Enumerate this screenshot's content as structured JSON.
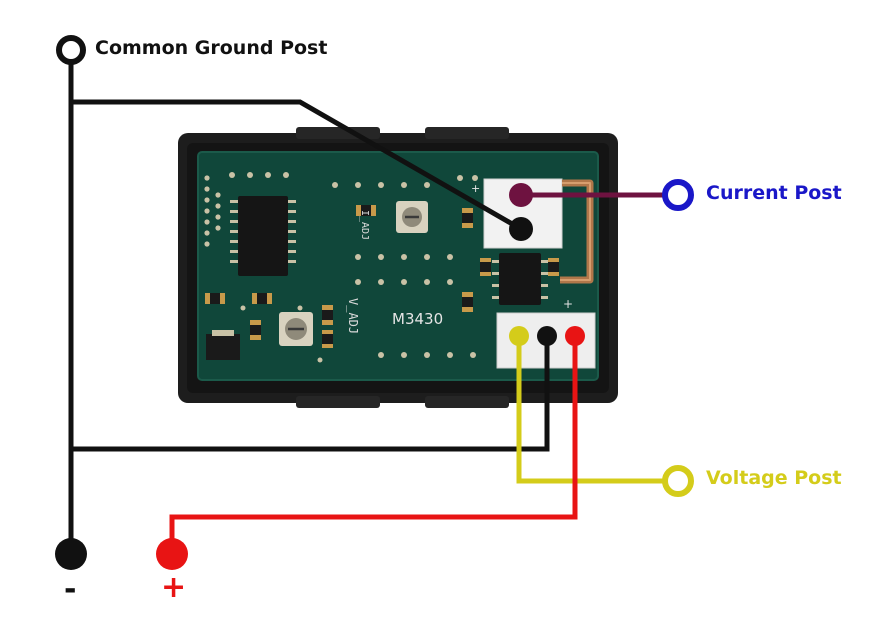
{
  "labels": {
    "common_ground_post": "Common Ground Post",
    "current_post": "Current Post",
    "voltage_post": "Voltage Post",
    "negative_terminal": "-",
    "positive_terminal": "+"
  },
  "board": {
    "model_marking": "M3430",
    "pot_label_top": "I_ADJ",
    "pot_label_bottom": "V_ADJ",
    "plus_mark_top": "+",
    "plus_mark_bottom": "+"
  },
  "colors": {
    "ground_wire": "#111111",
    "current_wire": "#6e1240",
    "current_post": "#1a17c8",
    "voltage_wire": "#d4cc1a",
    "positive_wire": "#e81414",
    "pcb_green": "#10473a",
    "case": "#1d1d1d"
  }
}
